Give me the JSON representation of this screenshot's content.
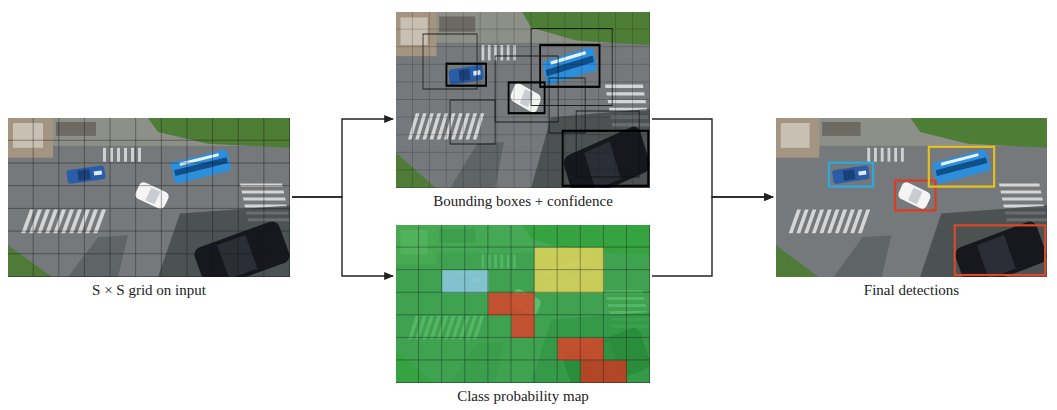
{
  "diagram": {
    "nodes": [
      {
        "text": [
          "S × S grid on input"
        ]
      },
      {
        "text": [
          "Bounding boxes + confidence"
        ]
      },
      {
        "text": [
          "Class probability map"
        ]
      },
      {
        "text": [
          "Final detections"
        ]
      }
    ],
    "edges": [
      {
        "from": 0,
        "to": 1,
        "arrow": "to"
      },
      {
        "from": 0,
        "to": 2,
        "arrow": "to"
      },
      {
        "from": 1,
        "to": 3,
        "arrow": "to"
      },
      {
        "from": 2,
        "to": 3,
        "arrow": "to"
      }
    ]
  }
}
